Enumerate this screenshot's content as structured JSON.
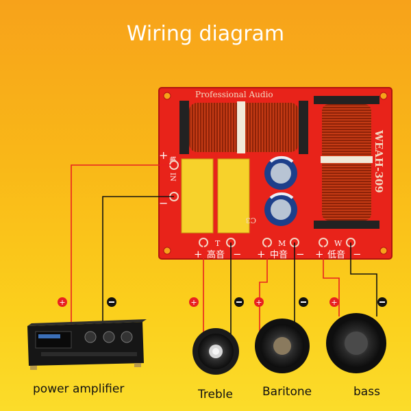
{
  "title": "Wiring diagram",
  "board": {
    "brand": "Professional Audio",
    "model": "WEAH-309",
    "input_label": "IN",
    "input_sub": "输入",
    "cap_mark": "C3",
    "channels": [
      {
        "letter": "T",
        "cn": "高音"
      },
      {
        "letter": "M",
        "cn": "中音"
      },
      {
        "letter": "W",
        "cn": "低音"
      }
    ],
    "plus": "+",
    "minus": "−"
  },
  "devices": {
    "amplifier_label": "power amplifier",
    "treble_label": "Treble",
    "baritone_label": "Baritone",
    "bass_label": "bass"
  },
  "colors": {
    "background": "#f9b818",
    "board": "#e8231a",
    "wire_positive": "#e82020",
    "wire_negative": "#111111",
    "coil": "#c43a14"
  }
}
